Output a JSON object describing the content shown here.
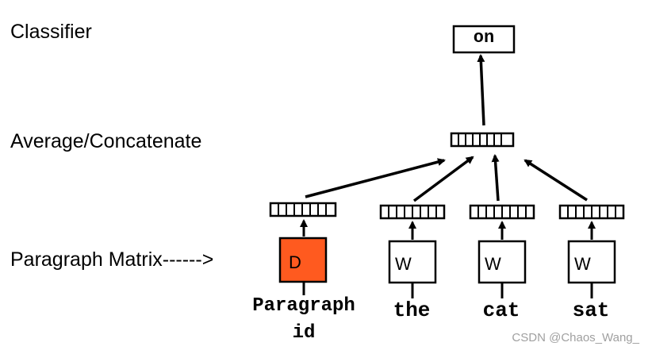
{
  "labels": {
    "classifier": "Classifier",
    "average": "Average/Concatenate",
    "matrix": "Paragraph Matrix------>"
  },
  "output": {
    "word": "on"
  },
  "paragraph": {
    "matrix_letter": "D",
    "id_line1": "Paragraph",
    "id_line2": "id",
    "fill": "#ff5a1f"
  },
  "words": [
    {
      "text": "the",
      "matrix_letter": "W"
    },
    {
      "text": "cat",
      "matrix_letter": "W"
    },
    {
      "text": "sat",
      "matrix_letter": "W"
    }
  ],
  "watermark": "CSDN @Chaos_Wang_"
}
